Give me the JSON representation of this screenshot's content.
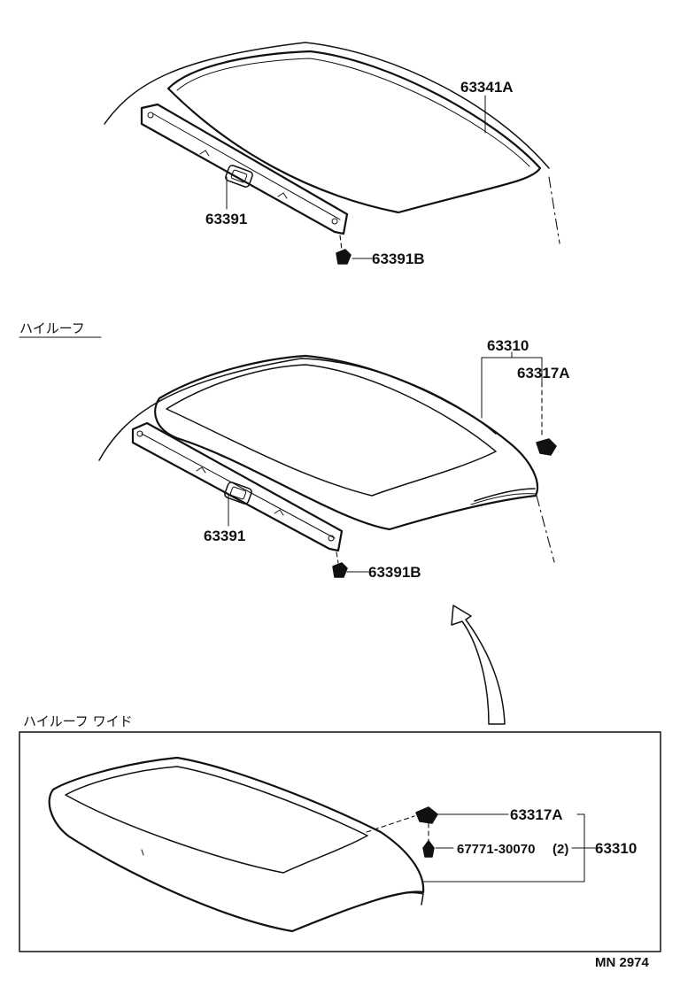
{
  "sections": {
    "standard": {
      "parts": {
        "glass": "63341A",
        "strip": "63391",
        "clip": "63391B"
      }
    },
    "high_roof": {
      "title": "ハイルーフ",
      "parts": {
        "roof": "63310",
        "bracket": "63317A",
        "strip": "63391",
        "clip": "63391B"
      }
    },
    "high_roof_wide": {
      "title": "ハイルーフ ワイド",
      "parts": {
        "bracket": "63317A",
        "fastener": "67771-30070",
        "fastener_qty": "(2)",
        "roof": "63310"
      }
    }
  },
  "diagram_code": "MN 2974"
}
